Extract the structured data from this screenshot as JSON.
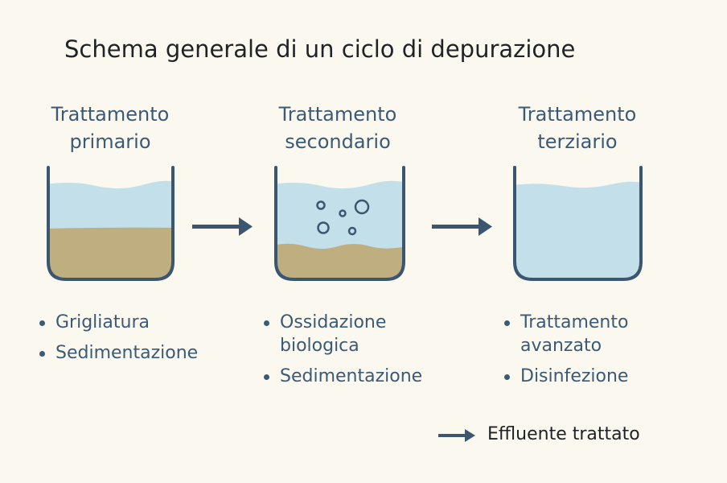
{
  "title": "Schema generale di un ciclo di depurazione",
  "stages": [
    {
      "heading": [
        "Trattamento",
        "primario"
      ],
      "items": [
        "Grigliatura",
        "Sedimentazione"
      ]
    },
    {
      "heading": [
        "Trattamento",
        "secondario"
      ],
      "items": [
        "Ossidazione biologica",
        "Sedimentazione"
      ]
    },
    {
      "heading": [
        "Trattamento",
        "terziario"
      ],
      "items": [
        "Trattamento avanzato",
        "Disinfezione"
      ]
    }
  ],
  "legend": {
    "label": "Effluente trattato",
    "icon": "arrow-right-icon"
  },
  "colors": {
    "outline": "#3b5670",
    "water": "#c3e0ea",
    "sediment": "#bfae7f",
    "background": "#fbf8ef"
  }
}
